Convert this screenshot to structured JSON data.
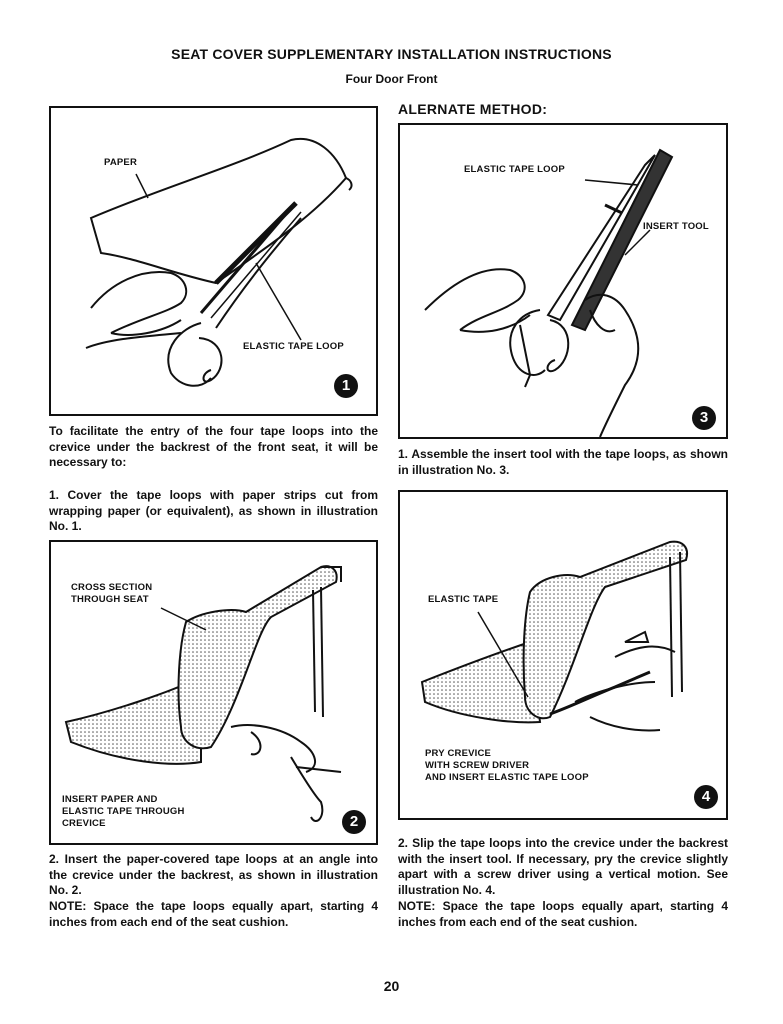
{
  "header": {
    "title": "SEAT COVER SUPPLEMENTARY INSTALLATION INSTRUCTIONS",
    "subtitle": "Four Door Front"
  },
  "alternate_heading": "ALERNATE METHOD:",
  "figures": {
    "fig1": {
      "number": "1",
      "labels": {
        "paper": "PAPER",
        "elastic_tape_loop": "ELASTIC TAPE LOOP"
      }
    },
    "fig2": {
      "number": "2",
      "labels": {
        "cross_section": "CROSS SECTION\nTHROUGH SEAT",
        "insert_paper": "INSERT PAPER AND\nELASTIC TAPE THROUGH\nCREVICE"
      }
    },
    "fig3": {
      "number": "3",
      "labels": {
        "elastic_tape_loop": "ELASTIC TAPE LOOP",
        "insert_tool": "INSERT TOOL"
      }
    },
    "fig4": {
      "number": "4",
      "labels": {
        "elastic_tape": "ELASTIC TAPE",
        "pry_crevice": "PRY CREVICE\nWITH SCREW DRIVER\nAND INSERT ELASTIC TAPE LOOP"
      }
    }
  },
  "text": {
    "intro": "To facilitate the entry of the four tape loops into the crevice under the backrest of the front seat, it will be necessary to:",
    "step1_left": "1. Cover the tape loops with paper strips cut from wrapping paper (or equivalent), as shown in illustration No. 1.",
    "step2_left": "2. Insert the paper-covered tape loops at an angle into the crevice under the backrest, as shown in illustration No. 2.",
    "note_left": "NOTE: Space the tape loops equally apart, starting 4 inches from each end of the seat cushion.",
    "step1_right": "1. Assemble the insert tool with the tape loops, as shown in illustration No. 3.",
    "step2_right": "2. Slip the tape loops into the crevice under the backrest with the insert tool. If necessary, pry the crevice slightly apart with a screw driver using a vertical motion. See illustration No. 4.",
    "note_right": "NOTE: Space the tape loops equally apart, starting 4 inches from each end of the seat cushion."
  },
  "page_number": "20"
}
